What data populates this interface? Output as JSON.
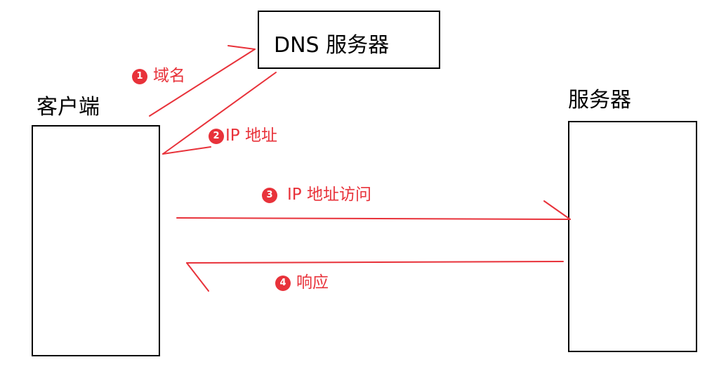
{
  "dns_server": {
    "label": "DNS 服务器"
  },
  "client": {
    "label": "客户端"
  },
  "server": {
    "label": "服务器"
  },
  "steps": [
    {
      "num": "1",
      "text": "域名"
    },
    {
      "num": "2",
      "text": "IP 地址"
    },
    {
      "num": "3",
      "text": "IP 地址访问"
    },
    {
      "num": "4",
      "text": "响应"
    }
  ],
  "colors": {
    "accent": "#e8323a",
    "box_border": "#000000",
    "background": "#ffffff"
  }
}
